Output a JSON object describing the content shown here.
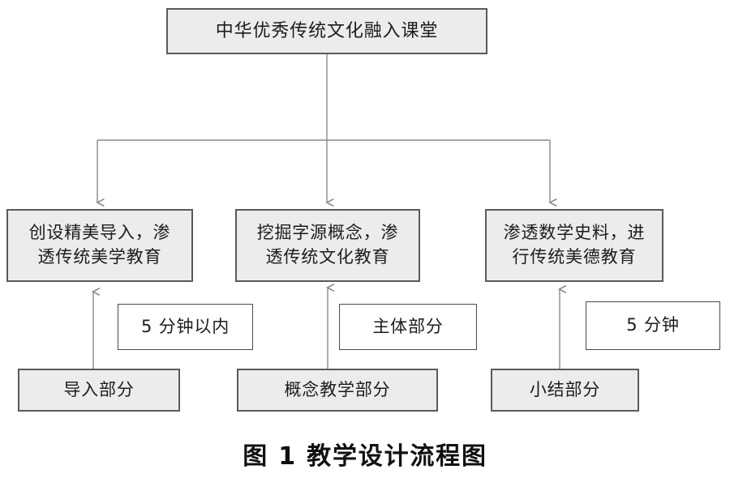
{
  "figure": {
    "caption": "图 1  教学设计流程图",
    "background_color": "#ffffff",
    "box_fill_color": "#ececec",
    "box_border_color": "#5a5a5a",
    "note_fill_color": "#ffffff",
    "note_border_color": "#4a4a4a",
    "connector_color": "#8a8a8a",
    "text_color": "#1c1c1c"
  },
  "nodes": {
    "root": {
      "label": "中华优秀传统文化融入课堂"
    },
    "middle": [
      {
        "label": "创设精美导入，渗\n透传统美学教育"
      },
      {
        "label": "挖掘字源概念，渗\n透传统文化教育"
      },
      {
        "label": "渗透数学史料，进\n行传统美德教育"
      }
    ],
    "notes": [
      {
        "label": "5 分钟以内"
      },
      {
        "label": "主体部分"
      },
      {
        "label": "5 分钟"
      }
    ],
    "bottom": [
      {
        "label": "导入部分"
      },
      {
        "label": "概念教学部分"
      },
      {
        "label": "小结部分"
      }
    ]
  }
}
